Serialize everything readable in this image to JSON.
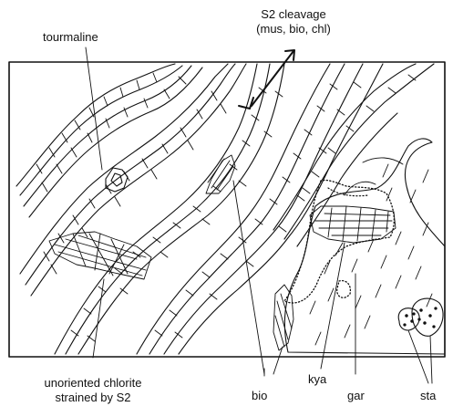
{
  "labels": {
    "tourmaline": "tourmaline",
    "cleavage_line1": "S2 cleavage",
    "cleavage_line2": "(mus, bio, chl)",
    "chlorite_line1": "unoriented chlorite",
    "chlorite_line2": "strained by S2",
    "bio": "bio",
    "kya": "kya",
    "gar": "gar",
    "sta": "sta"
  },
  "colors": {
    "ink": "#111111",
    "background": "#ffffff"
  }
}
